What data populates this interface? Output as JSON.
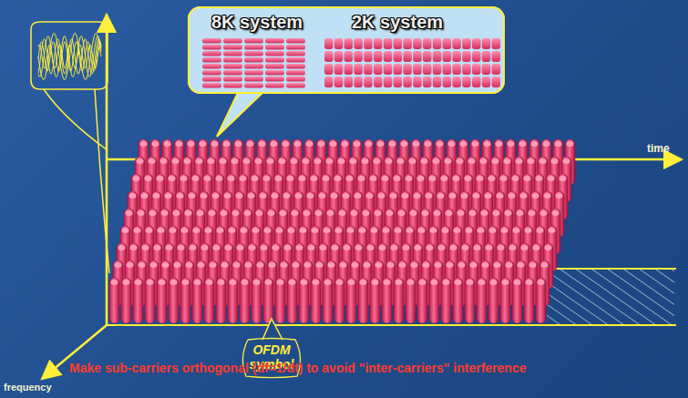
{
  "diagram": {
    "nodes": [
      {
        "text": [
          "8K system",
          "2K system"
        ]
      },
      {
        "text": [
          "OFDM symbol"
        ]
      }
    ],
    "labels": [
      "time",
      "frequency",
      "Make sub-carriers orthogonal (df=1/dt) to avoid \"inter-carriers\" interference"
    ]
  }
}
